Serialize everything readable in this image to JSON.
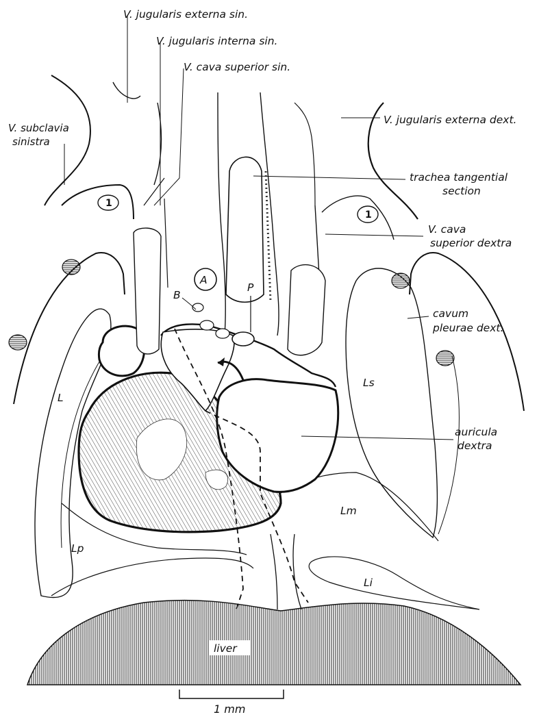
{
  "figure": {
    "labels": {
      "v_jug_ext_sin": "V. jugularis externa sin.",
      "v_jug_int_sin": "V. jugularis interna sin.",
      "v_cava_sup_sin": "V. cava superior sin.",
      "v_subclavia_1": "V. subclavia",
      "v_subclavia_2": "sinistra",
      "v_jug_ext_dext": "V. jugularis externa dext.",
      "trachea_1": "trachea tangential",
      "trachea_2": "section",
      "v_cava_sup_dext_1": "V. cava",
      "v_cava_sup_dext_2": "superior dextra",
      "cavum_1": "cavum",
      "cavum_2": "pleurae dext.",
      "auricula_1": "auricula",
      "auricula_2": "dextra",
      "rib_left": "1",
      "rib_right": "1",
      "a": "A",
      "b": "B",
      "p": "P",
      "l": "L",
      "lp": "Lp",
      "ls": "Ls",
      "lm": "Lm",
      "li": "Li",
      "liver": "liver"
    },
    "scale_bar": {
      "label": "1 mm"
    }
  }
}
